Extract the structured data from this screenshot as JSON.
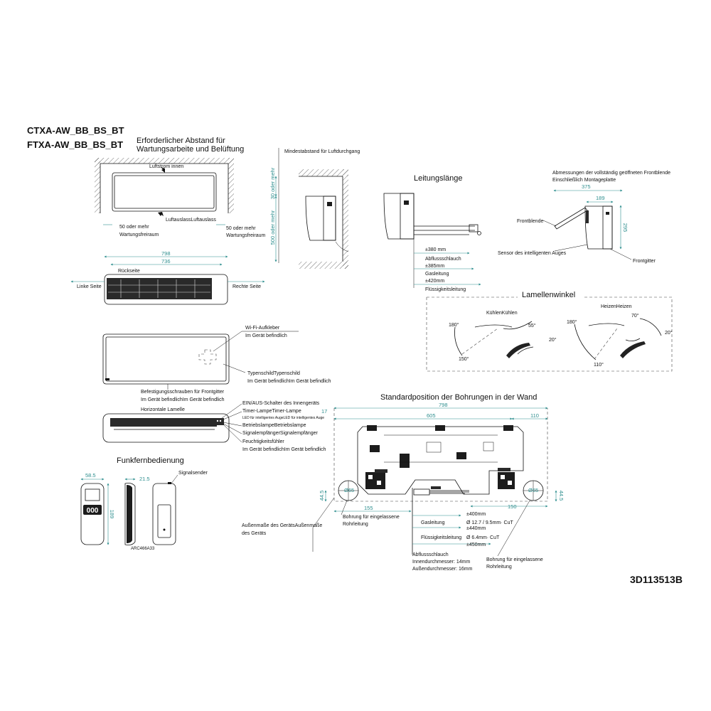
{
  "models": [
    "CTXA-AW_BB_BS_BT",
    "FTXA-AW_BB_BS_BT"
  ],
  "drawing_code": "3D113513B",
  "clearance": {
    "title_line1": "Erforderlicher Abstand für",
    "title_line2": "Wartungsarbeite und Belüftung",
    "airflow_in": "Luftstrom innen",
    "airflow_out": "LuftauslassLuftauslass",
    "left_gap": "50 oder mehr",
    "left_gap_label": "Wartungsfreiraum",
    "right_gap": "50 oder mehr",
    "right_gap_label": "Wartungsfreiraum"
  },
  "min_distance": {
    "title": "Mindestabstand für Luftdurchgang",
    "top_gap": "30 oder mehr",
    "front_gap": "500 oder mehr"
  },
  "pipe_length": {
    "title": "Leitungslänge",
    "drain_len": "±380 mm",
    "drain_label": "Abflussschlauch",
    "gas_len": "±385mm",
    "gas_label": "Gasleitung",
    "liquid_len": "±420mm",
    "liquid_label": "Flüssigkeitsleitung"
  },
  "front_panel": {
    "title_line1": "Abmessungen der vollständig geöffneten Frontblende",
    "title_line2": "Einschließlich Montageplatte",
    "dim_375": "375",
    "dim_189": "189",
    "dim_295": "295",
    "frontblende": "Frontblende",
    "sensor": "Sensor des intelligenten Auges",
    "frontgitter": "Frontgitter"
  },
  "top_view": {
    "dim_798": "798",
    "dim_736": "736",
    "rear": "Rückseite",
    "left_side": "Linke Seite",
    "right_side": "Rechte Seite"
  },
  "louvre": {
    "title": "Lamellenwinkel",
    "cooling": "KühlenKühlen",
    "heating": "HeizenHeizen",
    "cool_180": "180°",
    "cool_55": "55°",
    "cool_20": "20°",
    "cool_150": "150°",
    "heat_180": "180°",
    "heat_70": "70°",
    "heat_20": "20°",
    "heat_110": "110°"
  },
  "front_view": {
    "wifi": "Wi-Fi-Aufkleber",
    "wifi_loc": "Im Gerät befindlich",
    "nameplate": "TypenschildTypenschild",
    "nameplate_loc": "Im Gerät befindlichIm Gerät befindlich",
    "screws": "Befestigungsschrauben für Frontgitter",
    "screws_loc": "Im Gerät befindlichIm Gerät befindlich"
  },
  "bottom_view": {
    "horizontal_louvre": "Horizontale Lamelle",
    "on_off": "EIN/AUS-Schalter des Innengeräts",
    "timer": "Timer-LampeTimer-Lampe",
    "led_eye": "LED für intelligentes AugeLED für intelligentes Auge",
    "run_lamp": "BetriebslampeBetriebslampe",
    "receiver": "SignalempfängerSignalempfänger",
    "humidity": "Feuchtigkeitsfühler",
    "humidity_loc": "Im Gerät befindlichIm Gerät befindlich"
  },
  "remote": {
    "title": "Funkfernbedienung",
    "dim_width": "58.5",
    "dim_depth": "21.5",
    "dim_height": "189",
    "transmitter": "Signalsender",
    "model": "ARC466A33",
    "display": "000"
  },
  "wall_holes": {
    "title": "Standardposition der Bohrungen in der Wand",
    "dim_798": "798",
    "dim_605": "605",
    "dim_110": "110",
    "dim_17": "17",
    "dim_445_left": "44.5",
    "dim_445_right": "44.5",
    "dim_155": "155",
    "dim_150": "150",
    "hole_d_left": "Ø65",
    "hole_d_right": "Ø65",
    "recess_hole_1": "Bohrung für eingelassene",
    "recess_hole_2": "Rohrleitung",
    "outline_1": "Außenmaße des GerätsAußenmaße",
    "outline_2": "des Geräts",
    "gas_400": "±400mm",
    "gas_spec": "Ø 12.7 / 9.5mm· CuT",
    "gas_440": "±440mm",
    "gas_label": "Gasleitung",
    "liquid_label": "Flüssigkeitsleitung",
    "liquid_spec": "Ø 6.4mm· CuT",
    "liquid_450": "±450mm",
    "drain_label": "Abflussschlauch",
    "drain_inner": "Innendurchmesser: 14mm",
    "drain_outer": "Außendurchmesser: 16mm",
    "recess_hole_b1": "Bohrung für eingelassene",
    "recess_hole_b2": "Rohrleitung"
  }
}
